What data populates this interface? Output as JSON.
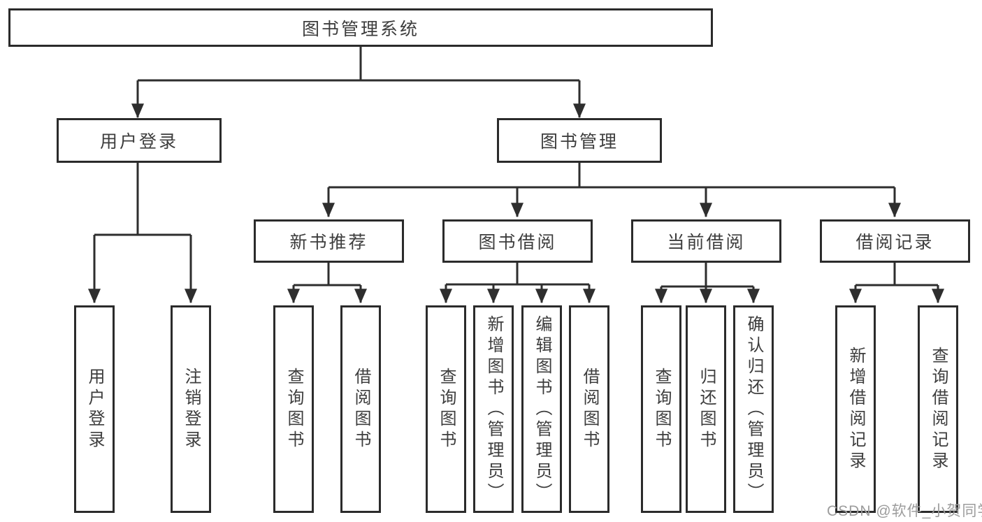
{
  "title": "图书管理系统",
  "level2": {
    "user_login": "用户登录",
    "book_mgmt": "图书管理"
  },
  "level3": {
    "new_book_rec": "新书推荐",
    "book_borrow": "图书借阅",
    "current_borrow": "当前借阅",
    "borrow_records": "借阅记录"
  },
  "leaves": {
    "user_login": "用户登录",
    "logout": "注销登录",
    "rec_query_book": "查询图书",
    "rec_borrow_book": "借阅图书",
    "bb_query_book": "查询图书",
    "bb_add_book": "新增图书（管理员）",
    "bb_edit_book": "编辑图书（管理员）",
    "bb_borrow_book": "借阅图书",
    "cb_query_book": "查询图书",
    "cb_return_book": "归还图书",
    "cb_confirm_return": "确认归还（管理员）",
    "br_add_record": "新增借阅记录",
    "br_query_record": "查询借阅记录"
  },
  "watermark": "CSDN @软件_小贺同学",
  "colors": {
    "line": "#2e2e2e",
    "box_border": "#2b2b2b",
    "text": "#3d3d3d",
    "watermark": "#9c9c9c",
    "background": "#ffffff"
  }
}
